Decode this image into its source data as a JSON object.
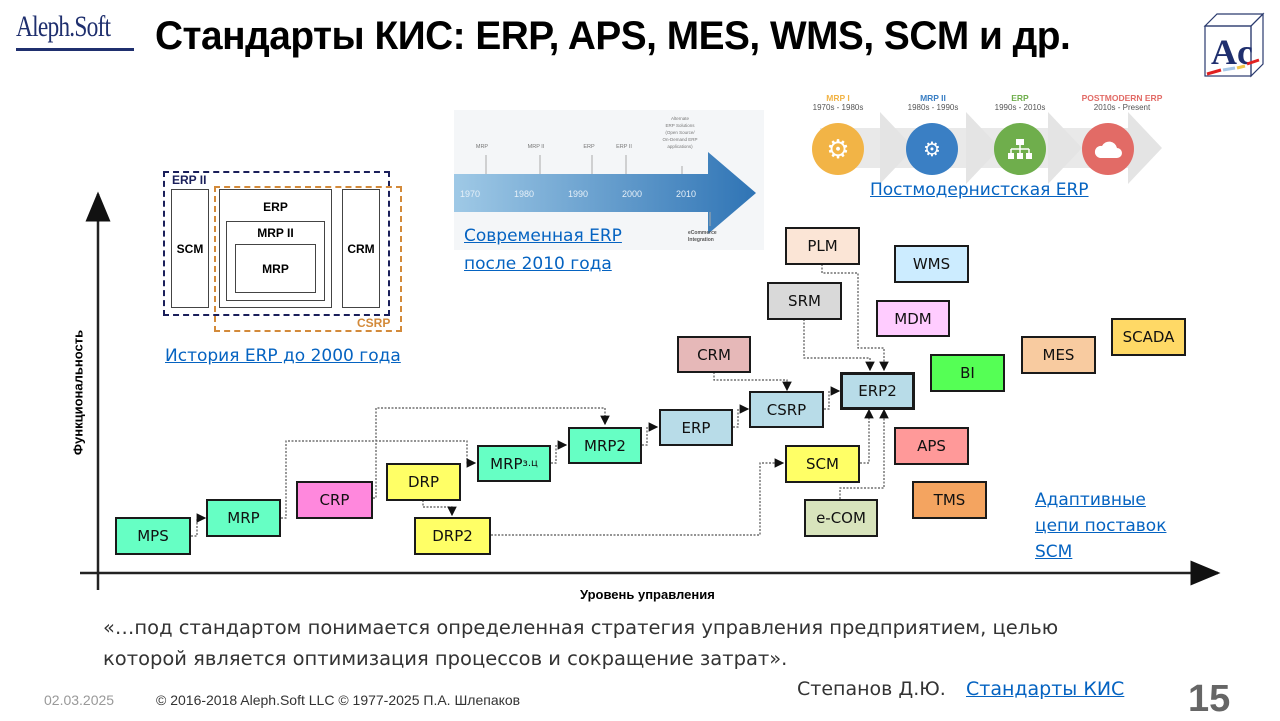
{
  "header": {
    "logo_text": "Aleph.Soft",
    "title": "Стандарты КИС: ERP, APS, MES, WMS, SCM и др.",
    "brand_mark": "Ac"
  },
  "history": {
    "labels": {
      "erp2": "ERP II",
      "csrp": "CSRP",
      "scm": "SCM",
      "erp": "ERP",
      "mrp2": "MRP II",
      "mrp": "MRP",
      "crm": "CRM"
    },
    "link": "История ERP до 2000 года"
  },
  "timeline": {
    "milestones": [
      "MRP",
      "MRP II",
      "ERP",
      "ERP II",
      "Alternate ERP Solutions (Open Source/ On-Demand ERP applications)"
    ],
    "years": [
      "1970",
      "1980",
      "1990",
      "2000",
      "2010"
    ],
    "end_label": "eCommerce Integration",
    "link_line1": "Современная ERP",
    "link_line2": "после 2010 года"
  },
  "postmodern": {
    "stages": [
      {
        "title": "MRP I",
        "period": "1970s - 1980s",
        "color": "#f2b446",
        "icon": "gear-icon"
      },
      {
        "title": "MRP II",
        "period": "1980s - 1990s",
        "color": "#3a7fc4",
        "icon": "gears-icon"
      },
      {
        "title": "ERP",
        "period": "1990s - 2010s",
        "color": "#6fae4c",
        "icon": "hierarchy-icon"
      },
      {
        "title": "POSTMODERN ERP",
        "period": "2010s - Present",
        "color": "#e26b66",
        "icon": "cloud-icon"
      }
    ],
    "link": "Постмодернистская ERP"
  },
  "diagram": {
    "y_axis_label": "Функциональность",
    "x_axis_label": "Уровень управления",
    "nodes": {
      "mps": {
        "label": "MPS",
        "color": "#66ffc4"
      },
      "mrp": {
        "label": "MRP",
        "color": "#66ffc4"
      },
      "crp": {
        "label": "CRP",
        "color": "#ff88dd"
      },
      "drp": {
        "label": "DRP",
        "color": "#ffff66"
      },
      "drp2": {
        "label": "DRP2",
        "color": "#ffff66"
      },
      "mrpzc": {
        "label": "MRP",
        "sub": "з.ц",
        "color": "#66ffc4"
      },
      "mrp2": {
        "label": "MRP2",
        "color": "#66ffc4"
      },
      "erp": {
        "label": "ERP",
        "color": "#b8dce8"
      },
      "crm": {
        "label": "CRM",
        "color": "#e6b8b8"
      },
      "csrp": {
        "label": "CSRP",
        "color": "#b8dce8"
      },
      "erp2": {
        "label": "ERP2",
        "color": "#b8dce8"
      },
      "scm": {
        "label": "SCM",
        "color": "#ffff66"
      },
      "ecom": {
        "label": "e-COM",
        "color": "#d8e4bc"
      },
      "plm": {
        "label": "PLM",
        "color": "#fbe5d6"
      },
      "srm": {
        "label": "SRM",
        "color": "#d9d9d9"
      },
      "wms": {
        "label": "WMS",
        "color": "#ccecff"
      },
      "mdm": {
        "label": "MDM",
        "color": "#ffccff"
      },
      "bi": {
        "label": "BI",
        "color": "#55ff55"
      },
      "mes": {
        "label": "MES",
        "color": "#f8cba0"
      },
      "scada": {
        "label": "SCADA",
        "color": "#ffd966"
      },
      "aps": {
        "label": "APS",
        "color": "#ff9999"
      },
      "tms": {
        "label": "TMS",
        "color": "#f4a460"
      }
    },
    "scm_link_lines": [
      "Адаптивные",
      "цепи поставок",
      "SCM"
    ]
  },
  "quote": {
    "line1": "«…под стандартом понимается определенная стратегия управления предприятием, целью",
    "line2": "которой является оптимизация процессов и сокращение затрат».",
    "author": "Степанов Д.Ю.",
    "source_link": "Стандарты КИС"
  },
  "footer": {
    "date": "02.03.2025",
    "copyright": "© 2016-2018 Aleph.Soft LLC © 1977-2025 П.А. Шлепаков",
    "page_number": "15"
  }
}
